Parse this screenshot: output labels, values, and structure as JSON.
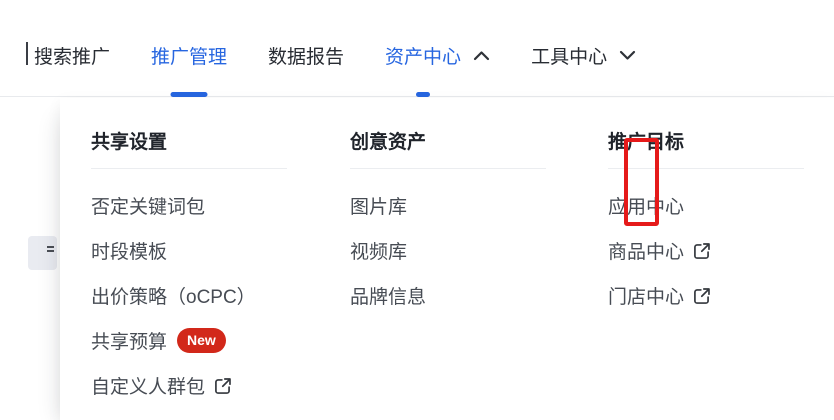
{
  "nav": {
    "items": [
      {
        "label": "搜索推广",
        "active": false,
        "caret": null,
        "underline": null
      },
      {
        "label": "推广管理",
        "active": true,
        "caret": null,
        "underline": "wide"
      },
      {
        "label": "数据报告",
        "active": false,
        "caret": null,
        "underline": null
      },
      {
        "label": "资产中心",
        "active": true,
        "caret": "up",
        "underline": "small"
      },
      {
        "label": "工具中心",
        "active": false,
        "caret": "down",
        "underline": null
      }
    ]
  },
  "dropdown": {
    "columns": [
      {
        "title": "共享设置",
        "items": [
          {
            "label": "否定关键词包"
          },
          {
            "label": "时段模板"
          },
          {
            "label": "出价策略（oCPC）"
          },
          {
            "label": "共享预算",
            "badge": "New"
          },
          {
            "label": "自定义人群包",
            "external": true
          }
        ]
      },
      {
        "title": "创意资产",
        "items": [
          {
            "label": "图片库"
          },
          {
            "label": "视频库"
          },
          {
            "label": "品牌信息"
          }
        ]
      },
      {
        "title": "推广目标",
        "items": [
          {
            "label": "应用中心"
          },
          {
            "label": "商品中心",
            "external": true,
            "highlighted": true
          },
          {
            "label": "门店中心",
            "external": true,
            "highlighted": true
          }
        ]
      }
    ]
  },
  "icons": {
    "external_link": "external-link-icon",
    "chevron_up": "chevron-up-icon",
    "chevron_down": "chevron-down-icon"
  },
  "colors": {
    "accent": "#2766E0",
    "badge_red": "#D2281A",
    "annotation_red": "#E51A1A"
  }
}
